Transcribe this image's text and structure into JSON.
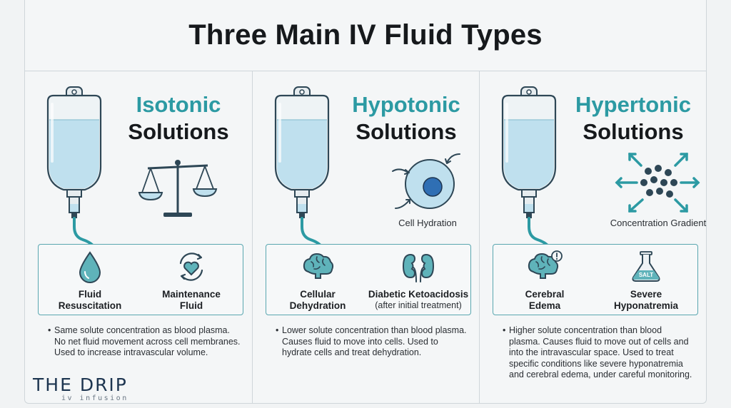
{
  "title": "Three Main IV Fluid Types",
  "colors": {
    "teal": "#2c9aa3",
    "dark": "#2e4756",
    "light_blue": "#bfe0ee"
  },
  "columns": [
    {
      "heading_line1": "Isotonic",
      "heading_line2": "Solutions",
      "visual_icon": "balance-scale-icon",
      "items": [
        {
          "icon": "droplet-icon",
          "label_line1": "Fluid",
          "label_line2": "Resuscitation"
        },
        {
          "icon": "heart-cycle-icon",
          "label_line1": "Maintenance",
          "label_line2": "Fluid"
        }
      ],
      "description": "Same solute concentration as blood plasma. No net fluid movement across cell membranes. Used to increase intravascular volume."
    },
    {
      "heading_line1": "Hypotonic",
      "heading_line2": "Solutions",
      "visual_icon": "cell-icon",
      "visual_caption": "Cell Hydration",
      "items": [
        {
          "icon": "brain-icon",
          "label_line1": "Cellular",
          "label_line2": "Dehydration"
        },
        {
          "icon": "kidneys-icon",
          "label_line1": "Diabetic Ketoacidosis",
          "label_line2": "(after initial treatment)"
        }
      ],
      "description": "Lower solute concentration than blood plasma. Causes fluid to move into cells. Used to hydrate cells and treat dehydration."
    },
    {
      "heading_line1": "Hypertonic",
      "heading_line2": "Solutions",
      "visual_icon": "concentration-gradient-icon",
      "visual_caption": "Concentration Gradient",
      "items": [
        {
          "icon": "brain-alert-icon",
          "label_line1": "Cerebral",
          "label_line2": "Edema"
        },
        {
          "icon": "salt-flask-icon",
          "label_line1": "Severe",
          "label_line2": "Hyponatremia",
          "flask_text": "SALT"
        }
      ],
      "description": "Higher solute concentration than blood plasma. Causes fluid to move out of cells and into the intravascular space. Used to treat specific conditions like severe hyponatremia and cerebral edema, under careful monitoring."
    }
  ],
  "logo": {
    "word": "THE DRIP",
    "tagline": "iv infusion"
  }
}
